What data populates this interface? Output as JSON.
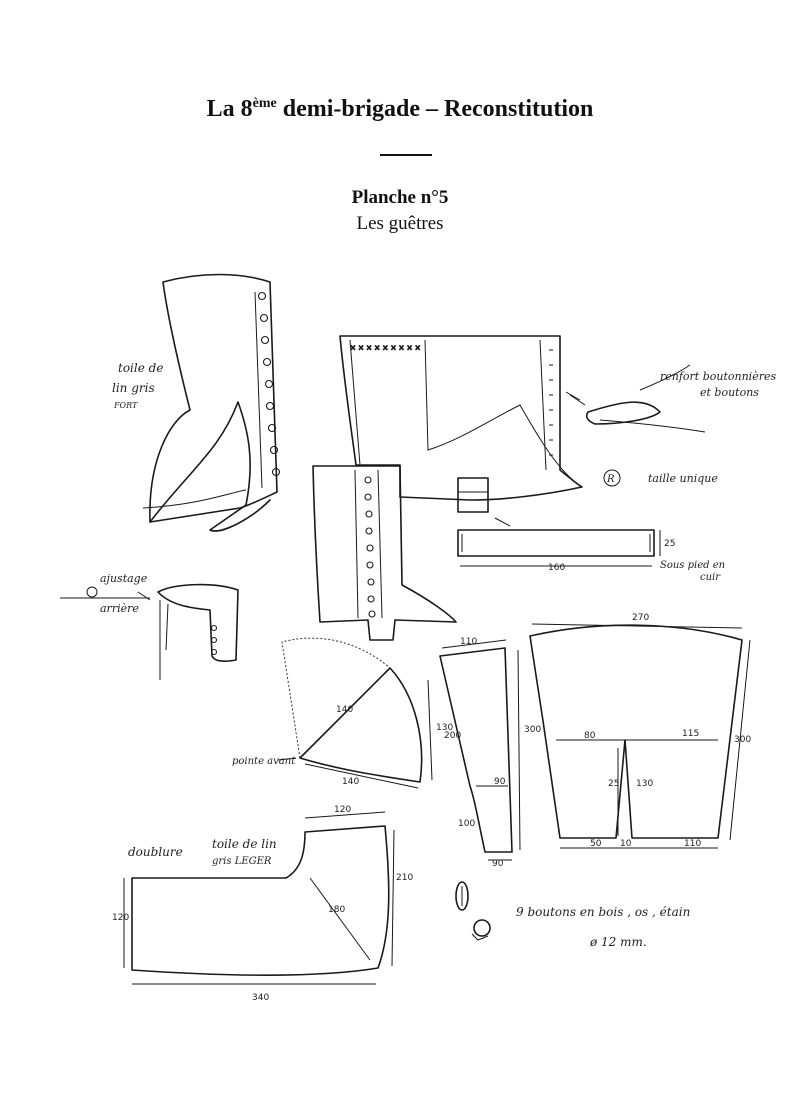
{
  "header": {
    "title_prefix": "La 8",
    "title_sup": "ème",
    "title_suffix": " demi-brigade – Reconstitution",
    "plate": "Planche n°5",
    "subtitle": "Les guêtres"
  },
  "annotations": {
    "fabric_strong_1": "toile de",
    "fabric_strong_2": "lin gris",
    "fabric_strong_3": "FORT",
    "reinforce_1": "renfort boutonnières",
    "reinforce_2": "et boutons",
    "size_mark": "R",
    "size": "taille unique",
    "strap_1": "Sous pied en",
    "strap_2": "cuir",
    "back_adjust_1": "ajustage",
    "back_adjust_2": "arrière",
    "front_point": "pointe avant",
    "lining": "doublure",
    "fabric_light_1": "toile de lin",
    "fabric_light_2": "gris LEGER",
    "buttons_1": "9 boutons en bois , os , étain",
    "buttons_2": "ø 12 mm."
  },
  "dimensions": {
    "strap_width": "25",
    "strap_length": "160",
    "wedge_radius": "140",
    "wedge_height": "130",
    "wedge_base": "140",
    "panel_top": "110",
    "panel_left": "200",
    "panel_right": "300",
    "panel_mid": "90",
    "panel_lower": "100",
    "panel_bottom": "90",
    "big_top": "270",
    "big_right": "300",
    "big_left_part": "80",
    "big_right_part": "115",
    "dart_length": "25",
    "dart_height": "130",
    "big_bottom_left": "50",
    "big_bottom_gap": "10",
    "big_bottom_right": "110",
    "lining_top": "120",
    "lining_left": "120",
    "lining_right": "210",
    "lining_diag": "180",
    "lining_bottom": "340"
  }
}
